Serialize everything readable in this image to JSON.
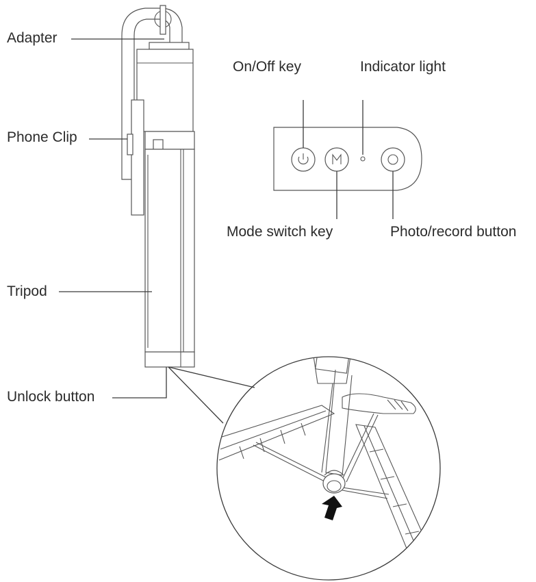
{
  "labels": {
    "adapter": "Adapter",
    "phone_clip": "Phone Clip",
    "tripod": "Tripod",
    "unlock_button": "Unlock button",
    "on_off_key": "On/Off key",
    "indicator_light": "Indicator light",
    "mode_switch_key": "Mode switch key",
    "photo_record_button": "Photo/record button"
  },
  "icons": {
    "power": "power-icon",
    "mode": "mode-m-icon",
    "shutter": "shutter-circle-icon",
    "pointer": "black-arrow-icon"
  },
  "colors": {
    "line": "#3a3a3a",
    "text": "#2b2b2b",
    "arrow": "#111111"
  }
}
